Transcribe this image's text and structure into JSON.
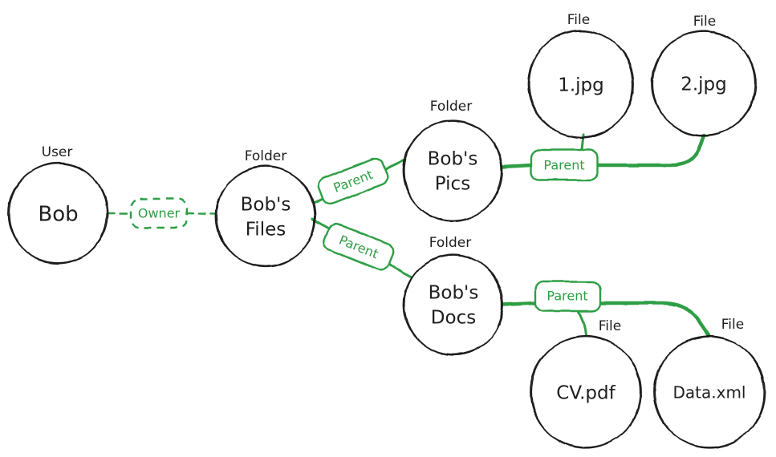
{
  "diagram": {
    "colors": {
      "background": "#ffffff",
      "ink": "#1e1e1e",
      "accent_green": "#2f9e44"
    },
    "nodes": {
      "bob": {
        "type_label": "User",
        "label": "Bob"
      },
      "bobs_files": {
        "type_label": "Folder",
        "lines": [
          "Bob's",
          "Files"
        ]
      },
      "bobs_pics": {
        "type_label": "Folder",
        "lines": [
          "Bob's",
          "Pics"
        ]
      },
      "file_1jpg": {
        "type_label": "File",
        "label": "1.jpg"
      },
      "file_2jpg": {
        "type_label": "File",
        "label": "2.jpg"
      },
      "bobs_docs": {
        "type_label": "Folder",
        "lines": [
          "Bob's",
          "Docs"
        ]
      },
      "file_cvpdf": {
        "type_label": "File",
        "label": "CV.pdf"
      },
      "file_dataxml": {
        "type_label": "File",
        "label": "Data.xml"
      }
    },
    "edges": {
      "owner": {
        "label": "Owner",
        "style": "dashed"
      },
      "parent_pics": {
        "label": "Parent",
        "style": "solid"
      },
      "parent_docs": {
        "label": "Parent",
        "style": "solid"
      },
      "parent_pics_files": {
        "label": "Parent",
        "style": "solid"
      },
      "parent_docs_files": {
        "label": "Parent",
        "style": "solid"
      }
    }
  }
}
